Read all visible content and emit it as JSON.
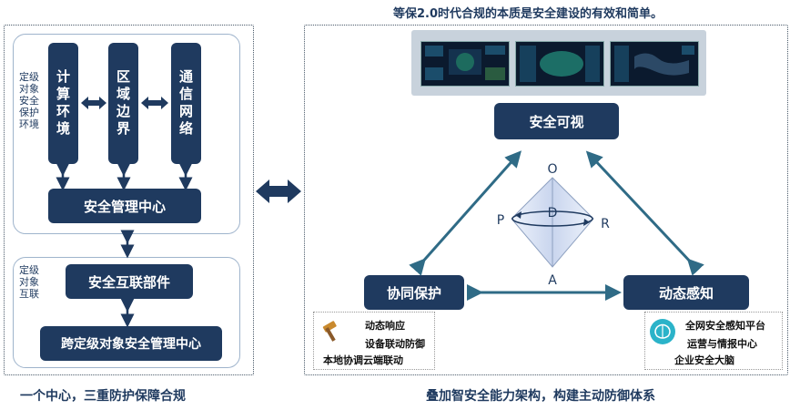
{
  "top_title": "等保2.0时代合规的本质是安全建设的有效和简单。",
  "left": {
    "caption": "一个中心，三重防护保障合规",
    "upper_side_label": "定级对象安全保护环境",
    "computing": "计算环境",
    "region": "区域边界",
    "network": "通信网络",
    "mgmt_center": "安全管理中心",
    "lower_side_label": "定级对象互联",
    "interconnect": "安全互联部件",
    "cross_center": "跨定级对象安全管理中心"
  },
  "right": {
    "caption": "叠加智安全能力架构，构建主动防御体系",
    "visible": "安全可视",
    "coop": "协同保护",
    "dynamic": "动态感知",
    "ppdr": {
      "o": "O",
      "p": "P",
      "d": "D",
      "r": "R",
      "a": "A"
    },
    "coop_notes": [
      "动态响应",
      "设备联动防御",
      "本地协调云端联动"
    ],
    "dynamic_notes": [
      "全网安全感知平台",
      "运营与情报中心",
      "企业安全大脑"
    ]
  },
  "colors": {
    "navy": "#1f3a5f",
    "arrow": "#2f6b86",
    "panel_border": "#9fb4cc"
  }
}
